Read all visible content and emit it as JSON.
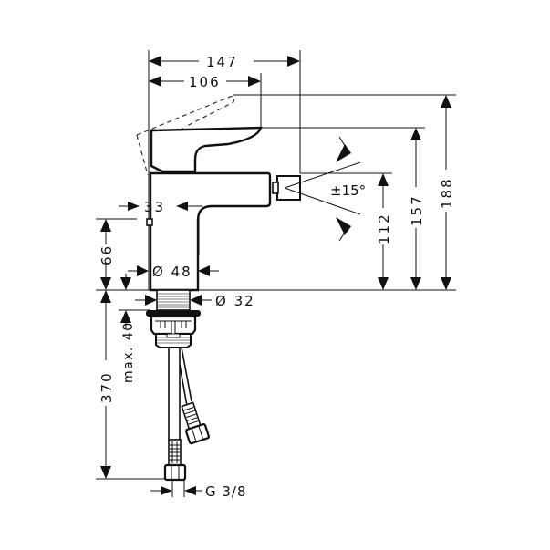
{
  "drawing": {
    "subject": "Bidet mixer faucet dimension drawing",
    "stroke_color": "#111111",
    "background": "#ffffff"
  },
  "dimensions": {
    "overall_depth": "147",
    "handle_depth": "106",
    "spout_to_body": "33",
    "body_diameter": "Ø 48",
    "shank_diameter": "Ø 32",
    "base_height": "66",
    "spout_angle": "±15°",
    "outlet_height": "112",
    "handle_top_height": "157",
    "max_height": "188",
    "hose_length": "370",
    "max_deck_thickness": "max. 40",
    "connection_thread": "G 3/8"
  }
}
